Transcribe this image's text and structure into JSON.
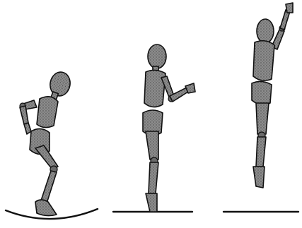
{
  "figure": {
    "description_visible_text": "",
    "colors": {
      "ink": "#111111",
      "fill": "#7d7d7d",
      "background": "#ffffff"
    },
    "stages": [
      {
        "id": "crouch",
        "ground": "curved"
      },
      {
        "id": "takeoff",
        "ground": "flat"
      },
      {
        "id": "airborne",
        "ground": "flat"
      }
    ]
  }
}
